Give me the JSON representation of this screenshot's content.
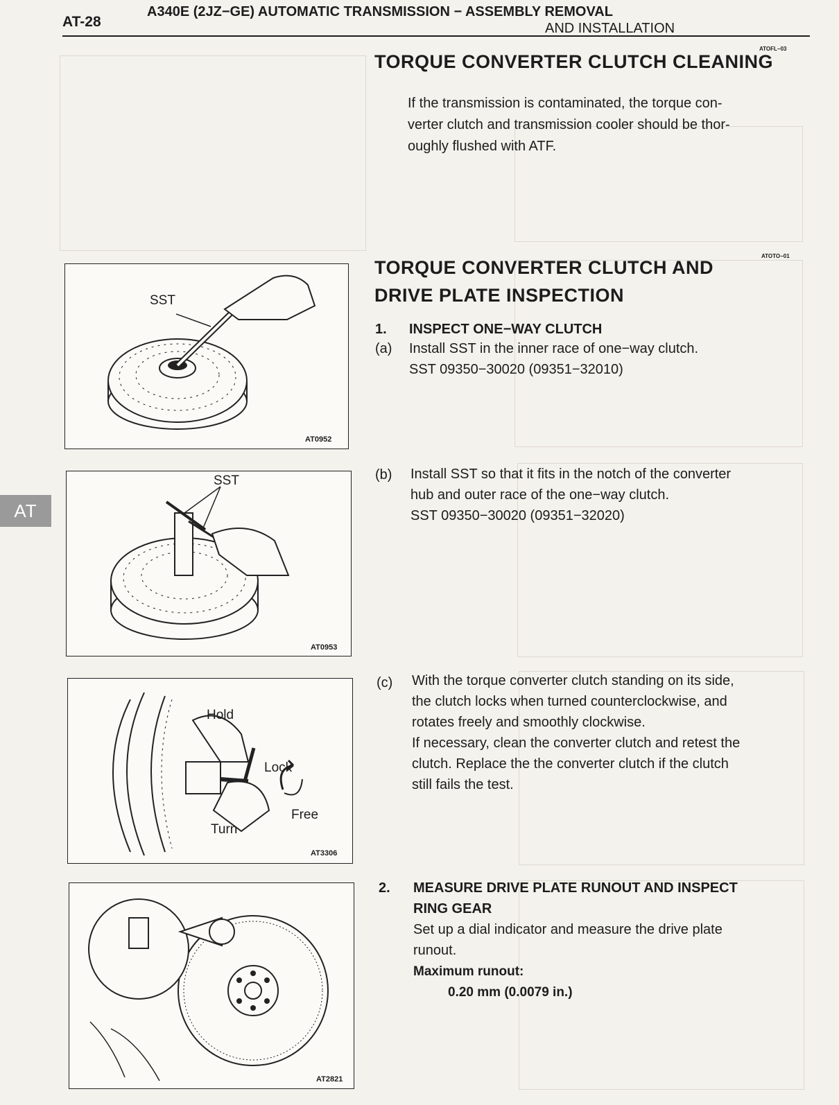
{
  "header": {
    "page_number": "AT-28",
    "title": "A340E (2JZ−GE) AUTOMATIC TRANSMISSION − ASSEMBLY REMOVAL",
    "title_line2": "AND INSTALLATION"
  },
  "side_tab": "AT",
  "section1": {
    "code": "ATOFL−03",
    "heading": "TORQUE CONVERTER CLUTCH CLEANING",
    "body": [
      "If the transmission is contaminated, the torque con-",
      "verter clutch and transmission cooler should be thor-",
      "oughly flushed with ATF."
    ]
  },
  "section2": {
    "code": "ATOTO−01",
    "heading_line1": "TORQUE CONVERTER CLUTCH AND",
    "heading_line2": "DRIVE PLATE INSPECTION",
    "step1": {
      "num": "1.",
      "title": "INSPECT ONE−WAY CLUTCH",
      "a_label": "(a)",
      "a_text": "Install SST in the inner race of one−way clutch.",
      "a_sst": "SST 09350−30020 (09351−32010)",
      "b_label": "(b)",
      "b_text_1": "Install SST so that it fits in the notch of the converter",
      "b_text_2": "hub and outer race of the one−way clutch.",
      "b_sst": "SST 09350−30020 (09351−32020)",
      "c_label": "(c)",
      "c_lines": [
        "With the torque converter clutch standing on its side,",
        "the clutch locks when turned counterclockwise, and",
        "rotates freely and smoothly clockwise.",
        "If necessary, clean the converter clutch and retest the",
        "clutch. Replace the the converter clutch if the clutch",
        "still fails the test."
      ]
    },
    "step2": {
      "num": "2.",
      "title_line1": "MEASURE DRIVE PLATE RUNOUT AND INSPECT",
      "title_line2": "RING GEAR",
      "body_line1": "Set up a dial indicator and measure the drive plate",
      "body_line2": "runout.",
      "spec_label": "Maximum runout:",
      "spec_value": "0.20 mm (0.0079 in.)"
    }
  },
  "figures": {
    "fig1": {
      "code": "AT0952",
      "label_sst": "SST"
    },
    "fig2": {
      "code": "AT0953",
      "label_sst": "SST"
    },
    "fig3": {
      "code": "AT3306",
      "label_hold": "Hold",
      "label_lock": "Lock",
      "label_free": "Free",
      "label_turn": "Turn"
    },
    "fig4": {
      "code": "AT2821"
    }
  }
}
